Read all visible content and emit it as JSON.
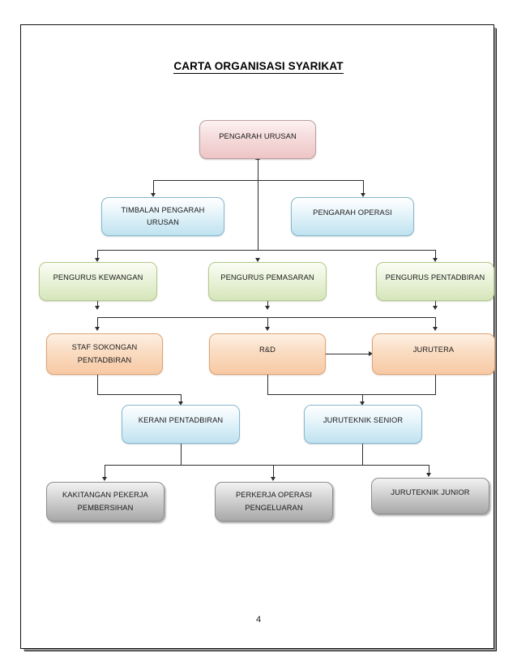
{
  "document": {
    "title": "CARTA ORGANISASI SYARIKAT",
    "page_number": "4"
  },
  "chart_data": {
    "type": "diagram",
    "title": "CARTA ORGANISASI SYARIKAT",
    "diagram_kind": "organization-chart",
    "orientation": "top-down",
    "levels": 6,
    "nodes": [
      {
        "id": "pengarah-urusan",
        "label": "PENGARAH URUSAN",
        "level": 1,
        "color": "#eec5c5",
        "theme": "pink"
      },
      {
        "id": "timbalan-pengarah",
        "label": "TIMBALAN PENGARAH URUSAN",
        "level": 2,
        "color": "#bfe2f0",
        "theme": "blue"
      },
      {
        "id": "pengarah-operasi",
        "label": "PENGARAH OPERASI",
        "level": 2,
        "color": "#bfe2f0",
        "theme": "blue"
      },
      {
        "id": "pengurus-kewangan",
        "label": "PENGURUS KEWANGAN",
        "level": 3,
        "color": "#d6e6bb",
        "theme": "green"
      },
      {
        "id": "pengurus-pemasaran",
        "label": "PENGURUS PEMASARAN",
        "level": 3,
        "color": "#d6e6bb",
        "theme": "green"
      },
      {
        "id": "pengurus-pentadbiran",
        "label": "PENGURUS PENTADBIRAN",
        "level": 3,
        "color": "#d6e6bb",
        "theme": "green"
      },
      {
        "id": "staf-sokongan",
        "label": "STAF SOKONGAN PENTADBIRAN",
        "level": 4,
        "color": "#f7c9a4",
        "theme": "orange"
      },
      {
        "id": "rnd",
        "label": "R&D",
        "level": 4,
        "color": "#f7c9a4",
        "theme": "orange"
      },
      {
        "id": "jurutera",
        "label": "JURUTERA",
        "level": 4,
        "color": "#f7c9a4",
        "theme": "orange"
      },
      {
        "id": "kerani-pentadbiran",
        "label": "KERANI PENTADBIRAN",
        "level": 5,
        "color": "#bfe2f0",
        "theme": "blue"
      },
      {
        "id": "juruteknik-senior",
        "label": "JURUTEKNIK SENIOR",
        "level": 5,
        "color": "#bfe2f0",
        "theme": "blue"
      },
      {
        "id": "kakitangan-pembersihan",
        "label": "KAKITANGAN PEKERJA PEMBERSIHAN",
        "level": 6,
        "color": "#a8a8a8",
        "theme": "grey"
      },
      {
        "id": "perkerja-pengeluaran",
        "label": "PERKERJA OPERASI PENGELUARAN",
        "level": 6,
        "color": "#a8a8a8",
        "theme": "grey"
      },
      {
        "id": "juruteknik-junior",
        "label": "JURUTEKNIK JUNIOR",
        "level": 6,
        "color": "#a8a8a8",
        "theme": "grey"
      }
    ],
    "edges": [
      {
        "from": "pengarah-urusan",
        "to": "timbalan-pengarah",
        "style": "elbow-down"
      },
      {
        "from": "pengarah-urusan",
        "to": "pengarah-operasi",
        "style": "elbow-down"
      },
      {
        "from": "pengarah-urusan",
        "to": "pengurus-pemasaran",
        "style": "straight-down"
      },
      {
        "from": "pengarah-urusan",
        "to": "pengurus-kewangan",
        "style": "elbow-down"
      },
      {
        "from": "pengarah-urusan",
        "to": "pengurus-pentadbiran",
        "style": "elbow-down"
      },
      {
        "from": "pengurus-kewangan",
        "to": "staf-sokongan",
        "style": "elbow-down"
      },
      {
        "from": "pengurus-pemasaran",
        "to": "rnd",
        "style": "straight-down"
      },
      {
        "from": "pengurus-pentadbiran",
        "to": "jurutera",
        "style": "elbow-down"
      },
      {
        "from": "rnd",
        "to": "jurutera",
        "style": "horizontal-right"
      },
      {
        "from": "staf-sokongan",
        "to": "kerani-pentadbiran",
        "style": "elbow-down"
      },
      {
        "from": "rnd",
        "to": "juruteknik-senior",
        "style": "elbow-down"
      },
      {
        "from": "jurutera",
        "to": "juruteknik-senior",
        "style": "elbow-down"
      },
      {
        "from": "kerani-pentadbiran",
        "to": "kakitangan-pembersihan",
        "style": "elbow-down"
      },
      {
        "from": "juruteknik-senior",
        "to": "perkerja-pengeluaran",
        "style": "elbow-down"
      },
      {
        "from": "juruteknik-senior",
        "to": "juruteknik-junior",
        "style": "elbow-down"
      }
    ],
    "labels": {
      "l1_pengarah_urusan": "PENGARAH URUSAN",
      "l2_timbalan": "TIMBALAN PENGARAH URUSAN",
      "l2_operasi": "PENGARAH OPERASI",
      "l3_kewangan": "PENGURUS KEWANGAN",
      "l3_pemasaran": "PENGURUS PEMASARAN",
      "l3_pentadbiran": "PENGURUS PENTADBIRAN",
      "l4_staf": "STAF SOKONGAN PENTADBIRAN",
      "l4_rnd": "R&D",
      "l4_jurutera": "JURUTERA",
      "l5_kerani": "KERANI PENTADBIRAN",
      "l5_juruteknik_senior": "JURUTEKNIK SENIOR",
      "l6_kakitangan": "KAKITANGAN PEKERJA PEMBERSIHAN",
      "l6_perkerja": "PERKERJA OPERASI PENGELUARAN",
      "l6_juruteknik_junior": "JURUTEKNIK JUNIOR"
    }
  }
}
